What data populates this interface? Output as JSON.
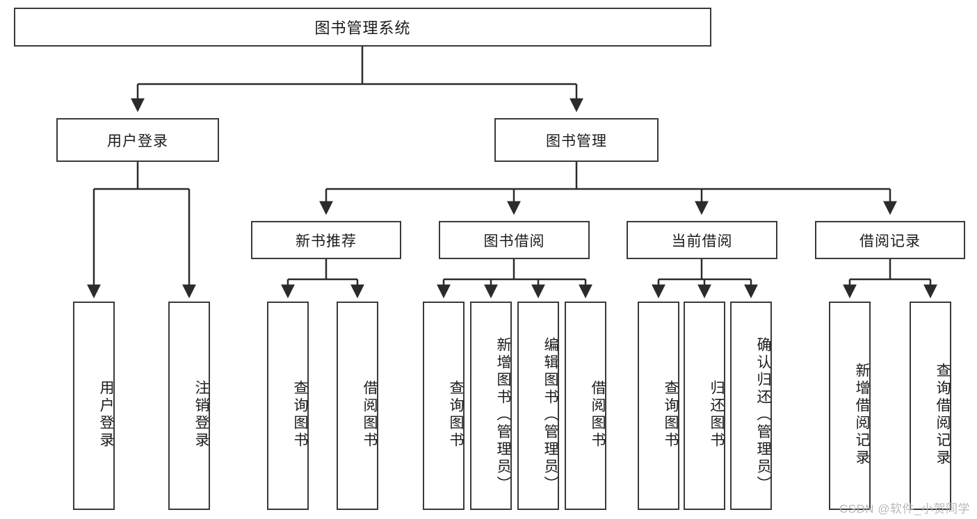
{
  "diagram": {
    "title": "图书管理系统",
    "type": "hierarchy-tree",
    "colors": {
      "box_border": "#3a3a3a",
      "box_fill": "#ffffff",
      "connector": "#2b2b2b",
      "text": "#1b1b1b",
      "watermark": "#b9b9b9"
    },
    "root": {
      "label": "图书管理系统"
    },
    "level2": [
      {
        "label": "用户登录"
      },
      {
        "label": "图书管理"
      }
    ],
    "level3": [
      {
        "label": "新书推荐"
      },
      {
        "label": "图书借阅"
      },
      {
        "label": "当前借阅"
      },
      {
        "label": "借阅记录"
      }
    ],
    "leaves": {
      "user_login": [
        {
          "label": "用户登录"
        },
        {
          "label": "注销登录"
        }
      ],
      "new_book_recommend": [
        {
          "label": "查询图书"
        },
        {
          "label": "借阅图书"
        }
      ],
      "book_borrow": [
        {
          "label": "查询图书"
        },
        {
          "label": "新增图书（管理员）"
        },
        {
          "label": "编辑图书（管理员）"
        },
        {
          "label": "借阅图书"
        }
      ],
      "current_borrow": [
        {
          "label": "查询图书"
        },
        {
          "label": "归还图书"
        },
        {
          "label": "确认归还（管理员）"
        }
      ],
      "borrow_record": [
        {
          "label": "新增借阅记录"
        },
        {
          "label": "查询借阅记录"
        }
      ]
    }
  },
  "watermark": {
    "text": "CSDN @软件_小贺同学"
  }
}
